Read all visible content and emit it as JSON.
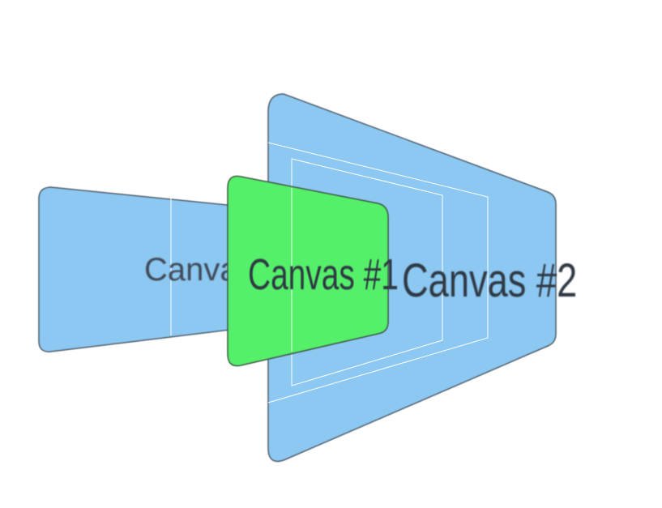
{
  "scene": {
    "canvases": [
      {
        "id": "back",
        "label": "Canvas",
        "color": "#8cc8f2"
      },
      {
        "id": "canvas-2",
        "label": "Canvas #2",
        "color": "#8cc8f2"
      },
      {
        "id": "canvas-1",
        "label": "Canvas #1",
        "color": "#55f06a"
      }
    ],
    "outline_color": "#ffffff",
    "edge_color": "#4a5560"
  }
}
